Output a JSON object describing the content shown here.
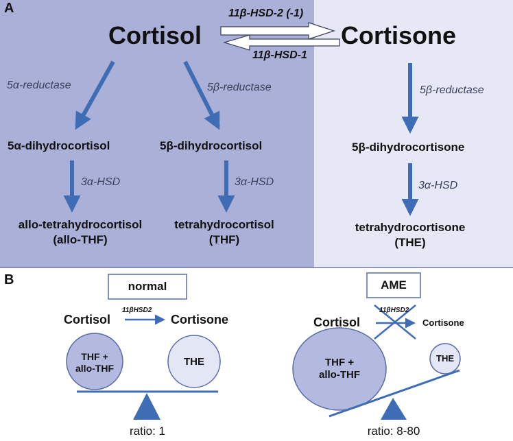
{
  "colors": {
    "panel_a_left_bg": "#aab0d8",
    "panel_a_right_bg": "#e6e8f6",
    "arrow_blue": "#3f6db5",
    "circle_fill": "#b3b9df",
    "circle_fill_light": "#e3e6f5",
    "circle_stroke": "#5a6aa8"
  },
  "panel_a": {
    "label": "A",
    "cortisol": "Cortisol",
    "cortisone": "Cortisone",
    "enzyme_forward": "11β-HSD-2 (-1)",
    "enzyme_back": "11β-HSD-1",
    "alpha_reductase": "5α-reductase",
    "beta_reductase_left": "5β-reductase",
    "beta_reductase_right": "5β-reductase",
    "dihydro_alpha": "5α-dihydrocortisol",
    "dihydro_beta": "5β-dihydrocortisol",
    "dihydro_cortisone": "5β-dihydrocortisone",
    "hsd_1": "3α-HSD",
    "hsd_2": "3α-HSD",
    "hsd_3": "3α-HSD",
    "allo_thf_line1": "allo-tetrahydrocortisol",
    "allo_thf_line2": "(allo-THF)",
    "thf_line1": "tetrahydrocortisol",
    "thf_line2": "(THF)",
    "the_line1": "tetrahydrocortisone",
    "the_line2": "(THE)"
  },
  "panel_b": {
    "label": "B",
    "normal": {
      "box_label": "normal",
      "cortisol": "Cortisol",
      "cortisone": "Cortisone",
      "enzyme": "11βHSD2",
      "left_circle_line1": "THF +",
      "left_circle_line2": "allo-THF",
      "right_circle": "THE",
      "ratio": "ratio: 1"
    },
    "ame": {
      "box_label": "AME",
      "cortisol": "Cortisol",
      "cortisone": "Cortisone",
      "enzyme": "11βHSD2",
      "left_circle_line1": "THF +",
      "left_circle_line2": "allo-THF",
      "right_circle": "THE",
      "ratio": "ratio: 8-80"
    }
  }
}
